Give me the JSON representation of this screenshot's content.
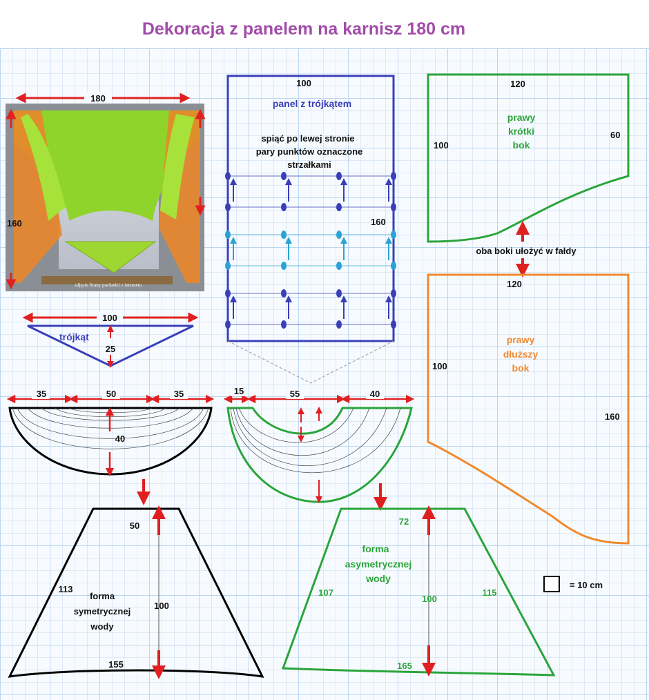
{
  "title": "Dekoracja z panelem na karnisz 180 cm",
  "colors": {
    "purple": "#a14ca8",
    "blue": "#3a3fb8",
    "green": "#2aa53a",
    "orange": "#f0892e",
    "red": "#e02020",
    "cyan": "#29a3d6"
  },
  "photo": {
    "width_label": "180",
    "height_label": "160",
    "caption": "zdjęcie firany pochodzi z internetu"
  },
  "triangle": {
    "name": "trójkąt",
    "width": "100",
    "height": "25"
  },
  "panel": {
    "title": "panel z trójkątem",
    "instructions": [
      "spiąć po lewej stronie",
      "pary punktów oznaczone",
      "strzałkami"
    ],
    "width": "100",
    "height": "160"
  },
  "right_short": {
    "name": [
      "prawy",
      "krótki",
      "bok"
    ],
    "top": "120",
    "left": "100",
    "right": "60"
  },
  "fold_note": "oba boki ułożyć w fałdy",
  "right_long": {
    "name": [
      "prawy",
      "dłuższy",
      "bok"
    ],
    "top": "120",
    "left": "100",
    "right": "160"
  },
  "sym_arc": {
    "left": "35",
    "middle": "50",
    "right": "35",
    "depth": "40"
  },
  "asym_arc": {
    "left": "15",
    "middle": "55",
    "right": "40"
  },
  "sym_form": {
    "name": [
      "forma",
      "symetrycznej",
      "wody"
    ],
    "top": "50",
    "side": "113",
    "height": "100",
    "bottom": "155"
  },
  "asym_form": {
    "name": [
      "forma",
      "asymetrycznej",
      "wody"
    ],
    "top": "72",
    "left": "107",
    "height": "100",
    "right": "115",
    "bottom": "165"
  },
  "legend": {
    "label": "= 10 cm"
  }
}
